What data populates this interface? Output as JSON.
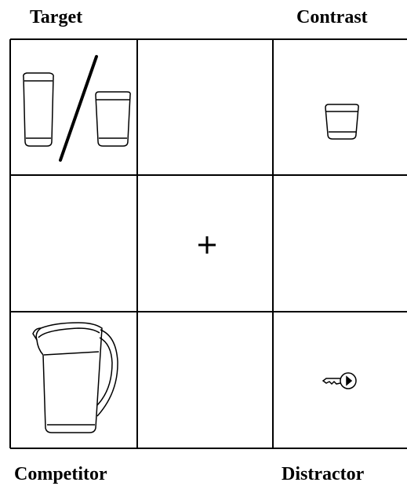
{
  "labels": {
    "target": "Target",
    "contrast": "Contrast",
    "competitor": "Competitor",
    "distractor": "Distractor"
  },
  "fixation": {
    "symbol": "+"
  },
  "colors": {
    "ink": "#000000",
    "background": "#ffffff"
  },
  "cells": [
    {
      "position": "top-left",
      "content": [
        "tall-glass-icon",
        "slash-icon",
        "short-glass-icon"
      ]
    },
    {
      "position": "top-center",
      "content": []
    },
    {
      "position": "top-right",
      "content": [
        "short-glass-icon"
      ]
    },
    {
      "position": "middle-left",
      "content": []
    },
    {
      "position": "middle-center",
      "content": [
        "fixation-cross"
      ]
    },
    {
      "position": "middle-right",
      "content": []
    },
    {
      "position": "bottom-left",
      "content": [
        "pitcher-icon"
      ]
    },
    {
      "position": "bottom-center",
      "content": []
    },
    {
      "position": "bottom-right",
      "content": [
        "key-icon"
      ]
    }
  ]
}
